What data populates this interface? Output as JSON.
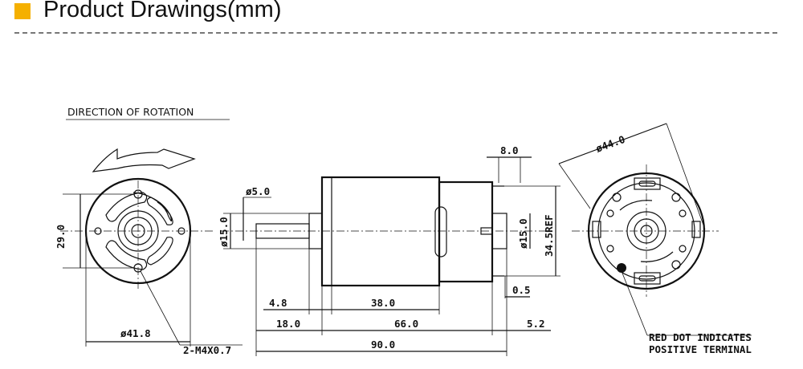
{
  "header": {
    "title": "Product Drawings(mm)",
    "accent_color": "#f5b000"
  },
  "labels": {
    "direction": "DIRECTION OF ROTATION",
    "front_height": "29.0",
    "front_diameter": "ø41.8",
    "mount_screws": "2-M4X0.7",
    "shaft_dia": "ø5.0",
    "boss_dia": "ø15.0",
    "rear_boss_dia": "ø15.0",
    "terminal_width": "8.0",
    "height_ref": "34.5REF",
    "terminal_gap": "0.5",
    "boss_len": "4.8",
    "can_len": "38.0",
    "shaft_len": "18.0",
    "body_len": "66.0",
    "rear_len": "5.2",
    "total_len": "90.0",
    "rear_diameter": "ø44.0",
    "note_line1": "RED DOT INDICATES",
    "note_line2": "POSITIVE TERMINAL"
  }
}
